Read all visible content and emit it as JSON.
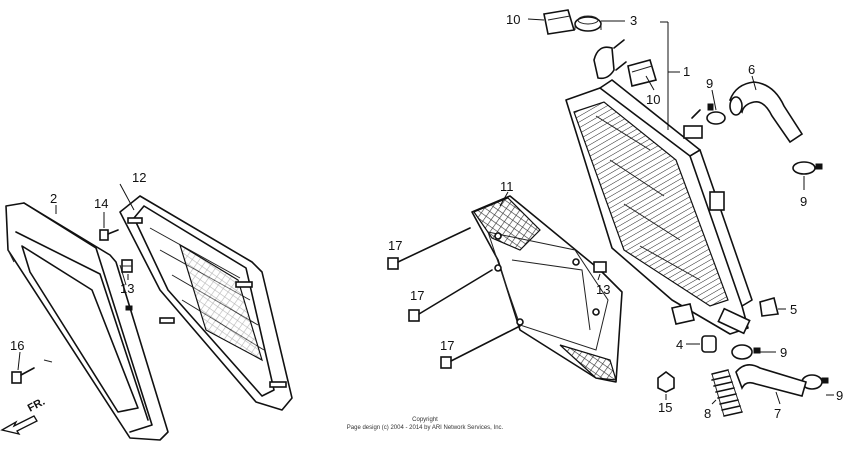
{
  "callouts": {
    "c1": "1",
    "c2": "2",
    "c3": "3",
    "c4": "4",
    "c5": "5",
    "c6": "6",
    "c7": "7",
    "c8": "8",
    "c9a": "9",
    "c9b": "9",
    "c9c": "9",
    "c9d": "9",
    "c10a": "10",
    "c10b": "10",
    "c11": "11",
    "c12": "12",
    "c13a": "13",
    "c13b": "13",
    "c14": "14",
    "c15": "15",
    "c16": "16",
    "c17a": "17",
    "c17b": "17",
    "c17c": "17"
  },
  "direction_label": "FR.",
  "copyright": {
    "line1": "Copyright",
    "line2": "Page design (c) 2004 - 2014 by ARI Network Services, Inc."
  },
  "colors": {
    "ink": "#111111",
    "background": "#ffffff"
  }
}
